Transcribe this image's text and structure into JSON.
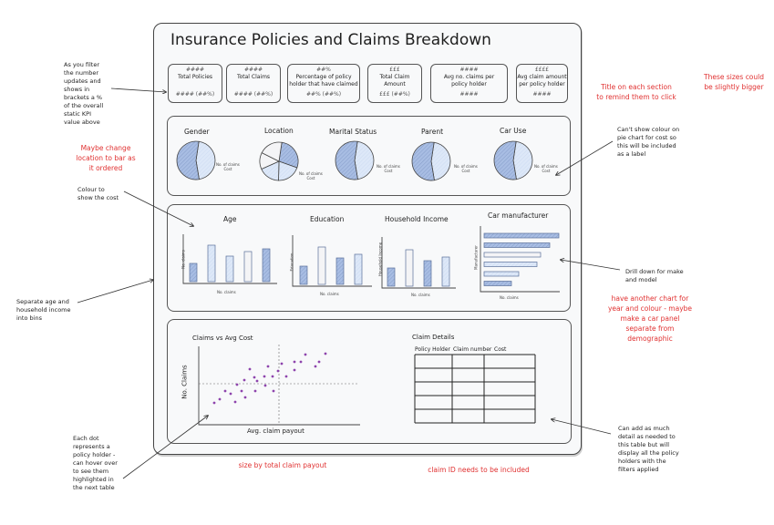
{
  "title": "Insurance Policies and Claims Breakdown",
  "kpis": [
    {
      "value": "####",
      "label": "Total Policies",
      "sub": "#### (##%)"
    },
    {
      "value": "####",
      "label": "Total Claims",
      "sub": "#### (##%)"
    },
    {
      "value": "##%",
      "label": "Percentage of policy holder that have claimed",
      "sub": "##% (##%)"
    },
    {
      "value": "£££",
      "label": "Total Claim Amount",
      "sub": "£££ (##%)"
    },
    {
      "value": "####",
      "label": "Avg no. claims per policy holder",
      "sub": "####"
    },
    {
      "value": "££££",
      "label": "Avg claim amount per policy holder",
      "sub": "####"
    }
  ],
  "pies": [
    {
      "title": "Gender",
      "label": "No. of claims\nCost",
      "slices": [
        45,
        55
      ]
    },
    {
      "title": "Location",
      "label": "No. of claims\nCost",
      "slices": [
        28,
        20,
        18,
        14,
        20
      ]
    },
    {
      "title": "Marital Status",
      "label": "No. of claims\nCost",
      "slices": [
        45,
        55
      ]
    },
    {
      "title": "Parent",
      "label": "No. of claims\nCost",
      "slices": [
        45,
        55
      ]
    },
    {
      "title": "Car Use",
      "label": "No. of claims\nCost",
      "slices": [
        45,
        55
      ]
    }
  ],
  "bar_charts": [
    {
      "title": "Age",
      "xlabel": "No. claims",
      "ylabel": "No. claims",
      "values": [
        20,
        40,
        28,
        33,
        36
      ]
    },
    {
      "title": "Education",
      "xlabel": "No. claims",
      "ylabel": "Education",
      "values": [
        20,
        41,
        29,
        33
      ]
    },
    {
      "title": "Household Income",
      "xlabel": "No. claims",
      "ylabel": "Household Income",
      "values": [
        20,
        40,
        28,
        32
      ]
    },
    {
      "title": "Car manufacturer",
      "xlabel": "No. claims",
      "ylabel": "Manufacturer",
      "values": [
        82,
        72,
        62,
        58,
        38,
        30
      ]
    }
  ],
  "scatter": {
    "title": "Claims vs Avg Cost",
    "xlabel": "Avg. claim payout",
    "ylabel": "No. Claims",
    "point_color": "#8e44ad",
    "points": [
      [
        17,
        24
      ],
      [
        23,
        28
      ],
      [
        29,
        37
      ],
      [
        35,
        34
      ],
      [
        40,
        25
      ],
      [
        42,
        44
      ],
      [
        47,
        37
      ],
      [
        50,
        49
      ],
      [
        51,
        30
      ],
      [
        56,
        61
      ],
      [
        61,
        52
      ],
      [
        62,
        37
      ],
      [
        64,
        48
      ],
      [
        72,
        53
      ],
      [
        73,
        43
      ],
      [
        76,
        64
      ],
      [
        81,
        53
      ],
      [
        82,
        37
      ],
      [
        87,
        59
      ],
      [
        91,
        67
      ],
      [
        96,
        53
      ],
      [
        105,
        69
      ],
      [
        105,
        60
      ],
      [
        112,
        69
      ],
      [
        117,
        77
      ],
      [
        128,
        64
      ],
      [
        132,
        69
      ],
      [
        139,
        78
      ]
    ]
  },
  "table": {
    "title": "Claim Details",
    "columns": [
      "Policy Holder",
      "Claim number",
      "Cost"
    ],
    "rows": 5
  },
  "annotations": {
    "kpi_note": "As you filter\nthe number\nupdates and\nshows in\nbrackets a %\nof the overall\nstatic KPI\nvalue above",
    "location_note": "Maybe change\nlocation to bar as\nit ordered",
    "colour_note": "Colour to\nshow the cost",
    "bins_note": "Separate age and\nhousehold income\ninto bins",
    "dot_note": "Each dot\nrepresents a\npolicy holder -\ncan hover over\nto see them\nhighlighted in\nthe next table",
    "size_note": "size by total claim payout",
    "claim_id_note": "claim ID needs to be included",
    "table_note": "Can add as much\ndetail as needed to\nthis table but will\ndisplay all the policy\nholders with the\nfilters applied",
    "title_note": "Title on each section\nto remind them to click",
    "sizes_note": "These sizes could\nbe slightly bigger",
    "pie_note": "Can't show colour on\npie chart for cost so\nthis will be included\nas a label",
    "drill_note": "Drill down for make\nand model",
    "car_panel_note": "have another chart for\nyear and colour - maybe\nmake a car panel\nseparate from\ndemographic"
  },
  "colors": {
    "light": "#dde8f8",
    "dark": "#a8bde3",
    "white": "#f4f4f6",
    "red": "#e03131"
  }
}
